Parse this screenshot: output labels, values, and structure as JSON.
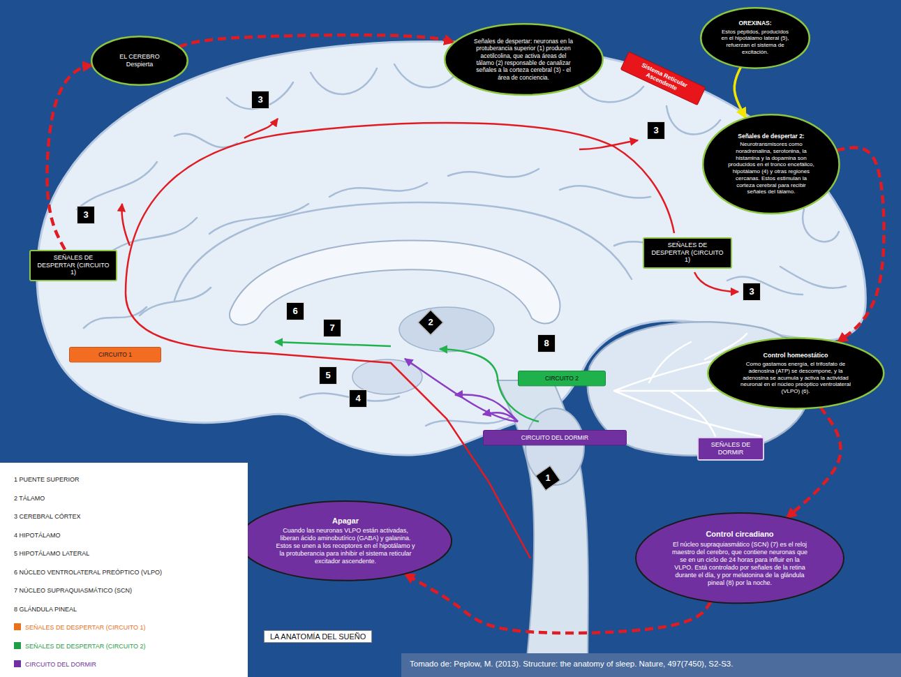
{
  "diagram": {
    "title": "LA ANATOMÍA DEL SUEÑO",
    "caption": "Tomado de: Peplow, M. (2013). Structure: the anatomy of sleep. Nature, 497(7450), S2-S3.",
    "nodes": [
      {
        "text": [
          "EL CEREBRO Despierta"
        ]
      },
      {
        "text": [
          "Señales de despertar: neuronas en la protuberancia superior (1) producen acetilcolina, que activa áreas del tálamo (2) responsable de canalizar señales a la corteza cerebral (3) - el área de conciencia."
        ]
      },
      {
        "text": [
          "OREXINAS:",
          "Estos péptidos, producidos en el hipotálamo lateral (5), refuerzan el sistema de excitación."
        ]
      },
      {
        "text": [
          "Sistema Reticular Ascendente"
        ]
      },
      {
        "text": [
          "Señales de despertar 2:",
          "Neurotransmisores como noradrenalina, serotonina, la histamina y la dopamina son producidos en el tronco encefálico, hipotálamo (4) y otras regiones cercanas. Estos estimulan la corteza cerebral para recibir señales del tálamo."
        ]
      },
      {
        "text": [
          "SEÑALES DE DESPERTAR (CIRCUITO 1)"
        ]
      },
      {
        "text": [
          "SEÑALES DE DESPERTAR (CIRCUITO 1)"
        ]
      },
      {
        "text": [
          "CIRCUITO 1"
        ]
      },
      {
        "text": [
          "CIRCUITO 2"
        ]
      },
      {
        "text": [
          "CIRCUITO DEL DORMIR"
        ]
      },
      {
        "text": [
          "Control homeostático",
          "Como gastamos energía, el trifosfato de adenosina (ATP) se descompone, y la adenosina se acumula y activa la actividad neuronal en el núcleo preóptico ventrolateral (VLPO) (6)."
        ]
      },
      {
        "text": [
          "SEÑALES DE DORMIR"
        ]
      },
      {
        "text": [
          "Apagar",
          "Cuando las neuronas VLPO están activadas, liberan ácido aminobutírico (GABA) y galanina. Estos se unen a los receptores en el hipotálamo y la protuberancia para inhibir el sistema reticular excitador ascendente."
        ]
      },
      {
        "text": [
          "Control circadiano",
          "El núcleo supraquiasmático (SCN) (7) es el reloj maestro del cerebro, que contiene neuronas que se en un ciclo de 24 horas para influir en la VLPO. Está controlado por señales de la retina durante el día, y por melatonina de la glándula pineal (8) por la noche."
        ]
      }
    ],
    "edges": [
      {
        "from": 5,
        "to": 0,
        "arrow": "to"
      },
      {
        "from": 0,
        "to": 1,
        "arrow": "to"
      },
      {
        "from": 2,
        "to": 4,
        "arrow": "to"
      },
      {
        "from": 4,
        "to": 10,
        "arrow": "to"
      },
      {
        "from": 10,
        "to": 13,
        "arrow": "to"
      },
      {
        "from": 13,
        "to": 12,
        "arrow": "to"
      }
    ],
    "labels": [
      "3",
      "3",
      "3",
      "3",
      "6",
      "2",
      "7",
      "8",
      "5",
      "4",
      "1"
    ],
    "legend": [
      {
        "text": "1 PUENTE SUPERIOR"
      },
      {
        "text": "2 TÁLAMO"
      },
      {
        "text": "3 CEREBRAL CÓRTEX"
      },
      {
        "text": "4 HIPOTÁLAMO"
      },
      {
        "text": "5 HIPOTÁLAMO LATERAL"
      },
      {
        "text": "6 NÚCLEO VENTROLATERAL PREÓPTICO (VLPO)"
      },
      {
        "text": "7 NÚCLEO SUPRAQUIASMÁTICO (SCN)"
      },
      {
        "text": "8 GLÁNDULA PINEAL"
      },
      {
        "text": "SEÑALES DE DESPERTAR (CIRCUITO 1)",
        "color": "#e8711c"
      },
      {
        "text": "SEÑALES DE DESPERTAR (CIRCUITO 2)",
        "color": "#1f9e45"
      },
      {
        "text": "CIRCUITO DEL DORMIR",
        "color": "#7030a0"
      }
    ]
  }
}
